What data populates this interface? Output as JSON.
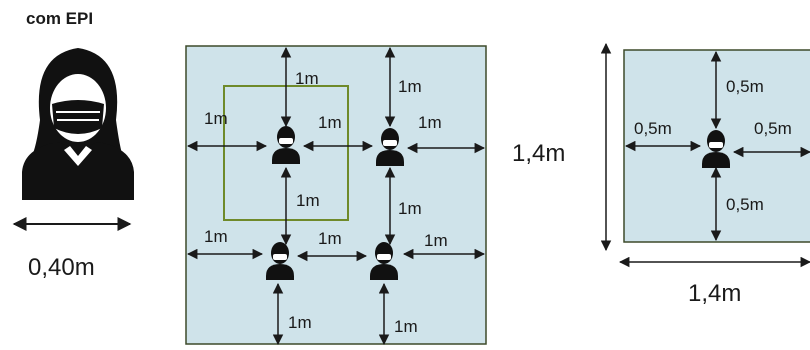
{
  "epi_panel": {
    "title": "com EPI",
    "width_label": "0,40m"
  },
  "grid_panel": {
    "labels": {
      "top_left_up": "1m",
      "top_right_up": "1m",
      "left_top": "1m",
      "between_top_left": "1m",
      "right_top": "1m",
      "mid_left": "1m",
      "mid_right": "1m",
      "left_bottom": "1m",
      "between_bottom": "1m",
      "right_bottom": "1m",
      "bottom_left_down": "1m",
      "bottom_right_down": "1m"
    }
  },
  "single_panel": {
    "height_label": "1,4m",
    "width_label": "1,4m",
    "top_label": "0,5m",
    "left_label": "0,5m",
    "right_label": "0,5m",
    "bottom_label": "0,5m"
  },
  "colors": {
    "panel_fill": "#cfe3ea",
    "panel_border": "#3d4a2a",
    "green_square": "#6f8a2a",
    "arrow": "#1a1a1a"
  }
}
